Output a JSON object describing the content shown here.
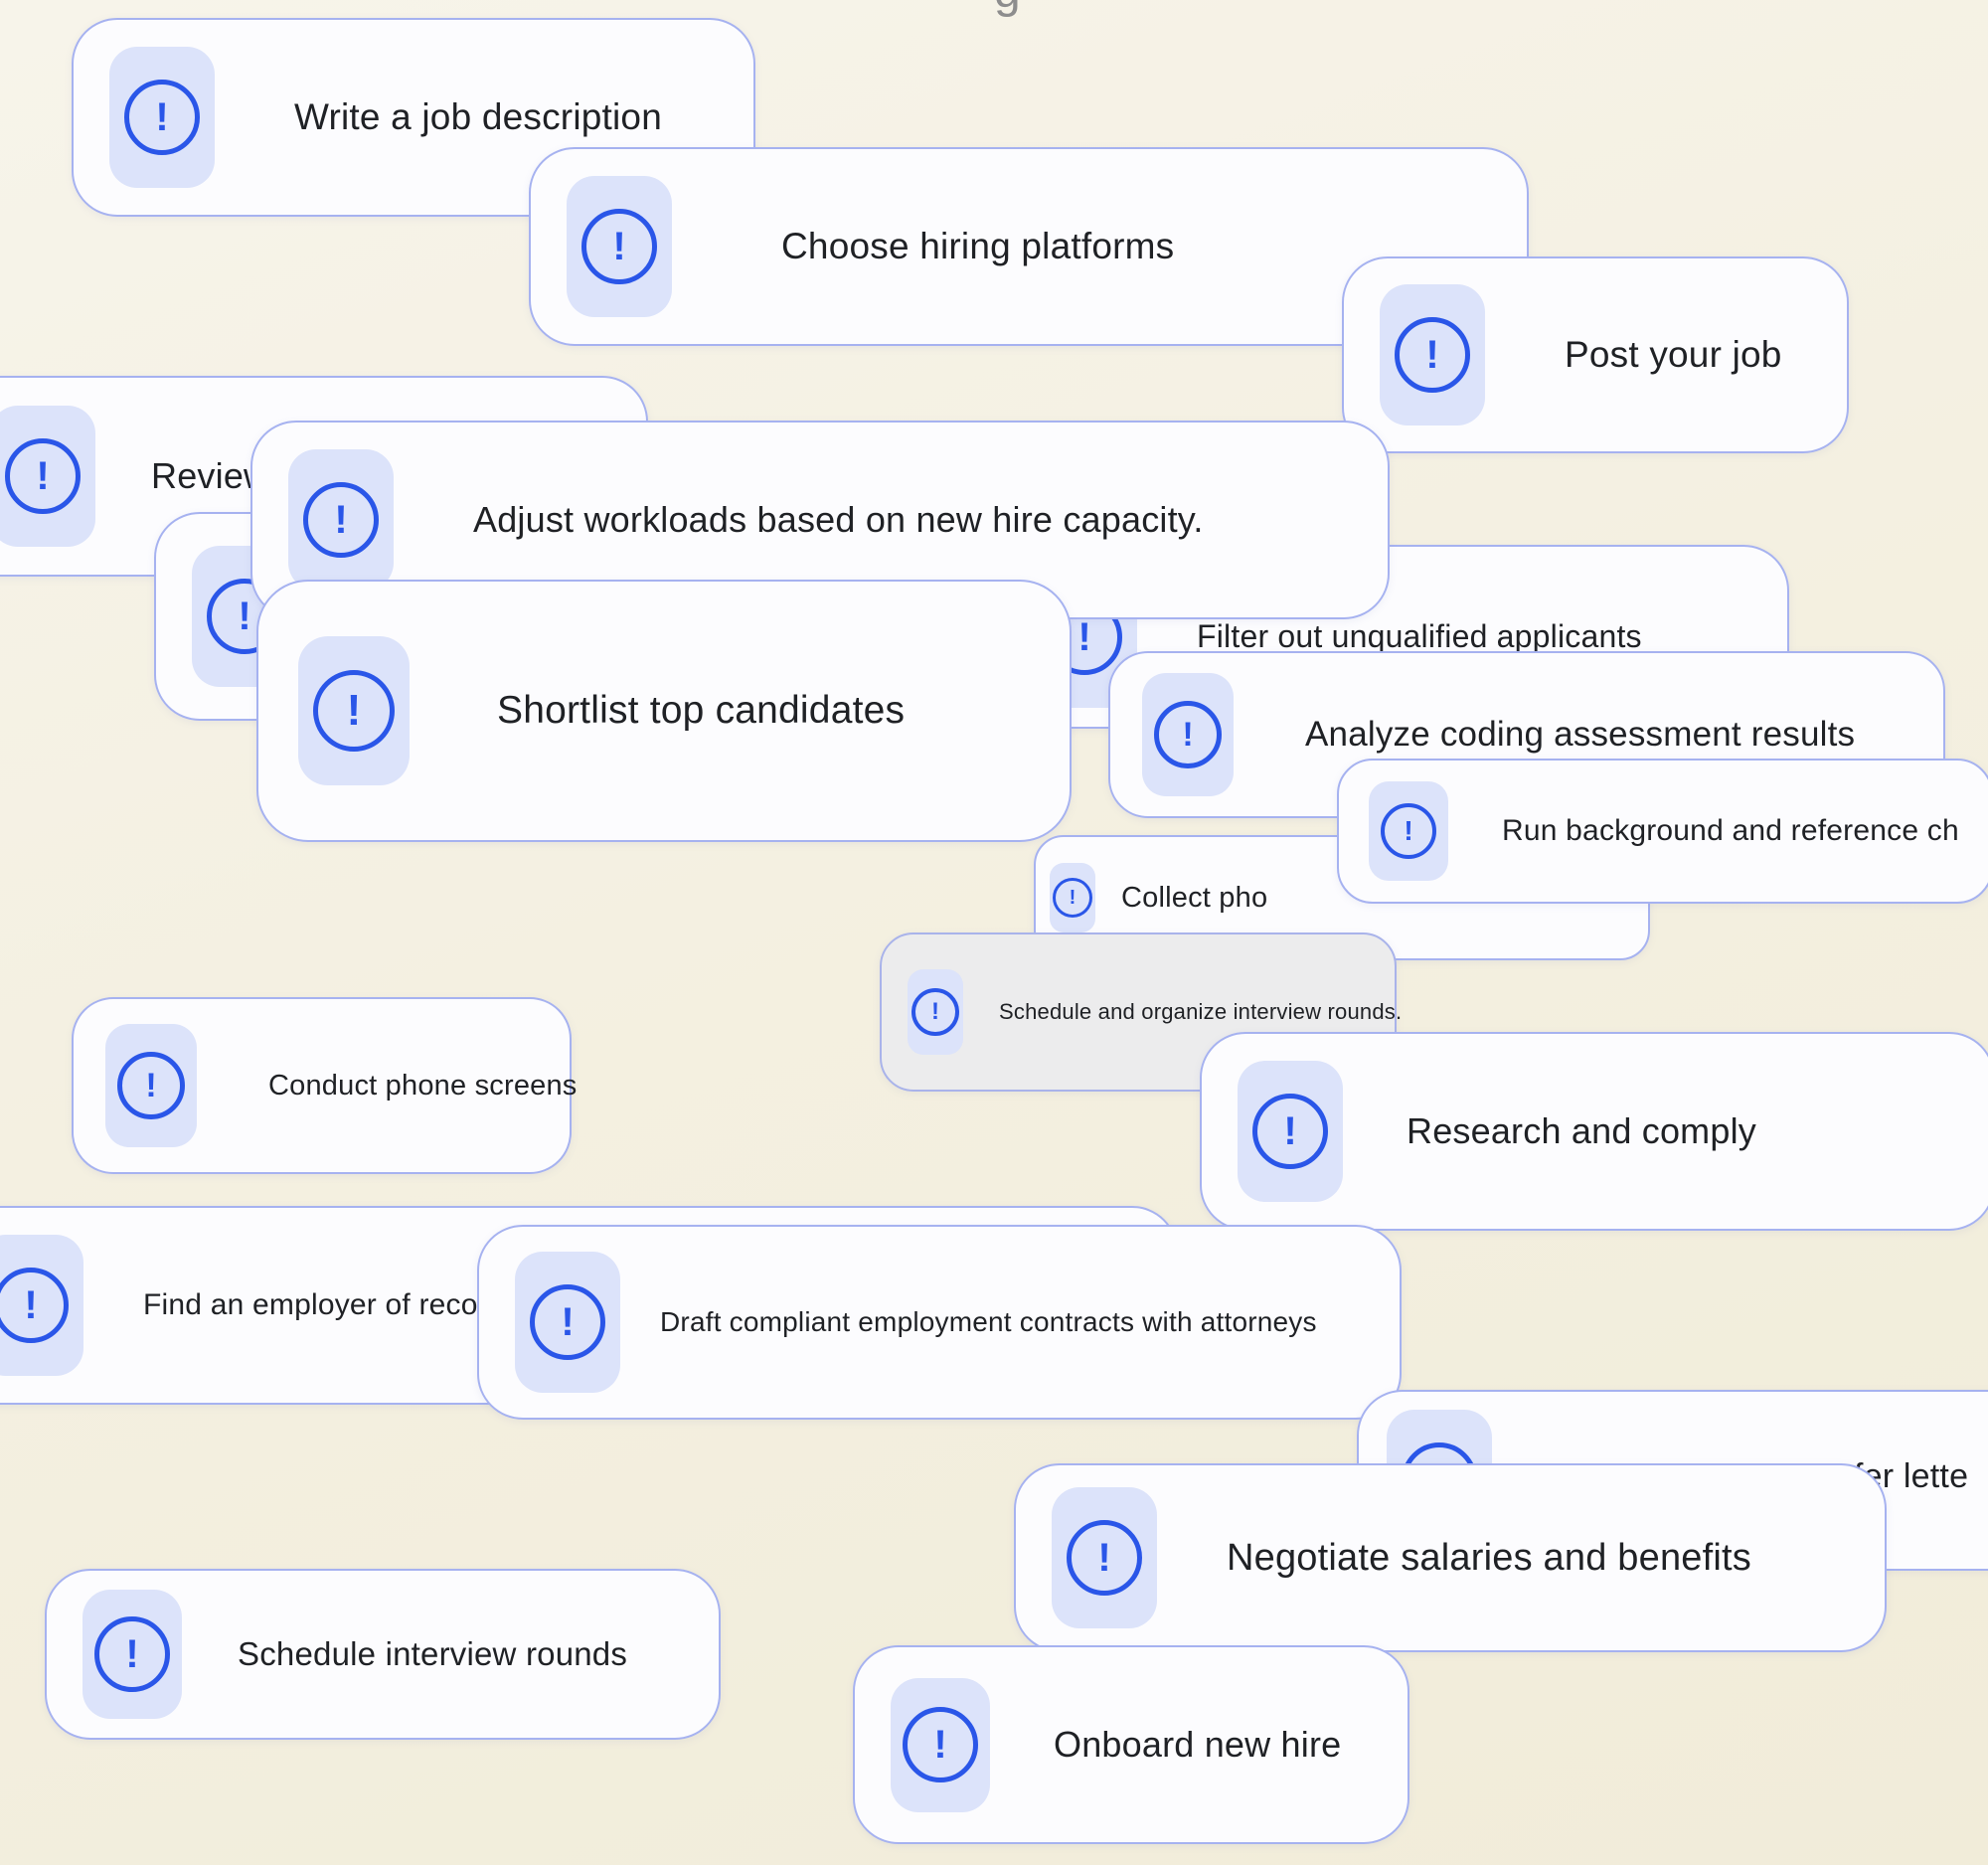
{
  "meta": {
    "description": "Overlapping hiring task chips on a cream background",
    "icon": "exclamation-circle-icon"
  },
  "colors": {
    "background": "#f4f0e1",
    "card_background": "#fcfcfe",
    "card_border": "#a6b2f0",
    "icon_chip_background": "#dce3fa",
    "icon_blue": "#2a56e8",
    "label_text": "#1f2125",
    "muted_card_background": "#ececed"
  },
  "background_fragments": {
    "top_letter": "g"
  },
  "cards": [
    {
      "id": "review",
      "label": "Review"
    },
    {
      "id": "write-job-description",
      "label": "Write a job description"
    },
    {
      "id": "choose-hiring-platforms",
      "label": "Choose hiring platforms"
    },
    {
      "id": "post-your-job",
      "label": "Post your job"
    },
    {
      "id": "obscured-card",
      "label": ""
    },
    {
      "id": "filter-unqualified",
      "label": "Filter out unqualified applicants"
    },
    {
      "id": "adjust-workloads",
      "label": "Adjust workloads based on new hire capacity."
    },
    {
      "id": "shortlist-candidates",
      "label": "Shortlist top candidates"
    },
    {
      "id": "analyze-coding-results",
      "label": "Analyze coding assessment results"
    },
    {
      "id": "collect-pho",
      "label": "Collect pho"
    },
    {
      "id": "run-background-checks",
      "label": "Run background and reference ch"
    },
    {
      "id": "schedule-organize-interviews",
      "label": "Schedule and organize interview rounds."
    },
    {
      "id": "conduct-phone-screens",
      "label": "Conduct phone screens"
    },
    {
      "id": "research-and-comply",
      "label": "Research and comply"
    },
    {
      "id": "find-employer-of-record",
      "label": "Find an employer of record"
    },
    {
      "id": "draft-contracts",
      "label": "Draft compliant employment contracts with attorneys"
    },
    {
      "id": "offer-letter",
      "label": "fer lette"
    },
    {
      "id": "negotiate-salaries",
      "label": "Negotiate salaries and benefits"
    },
    {
      "id": "schedule-interview-rounds",
      "label": "Schedule interview rounds"
    },
    {
      "id": "onboard-new-hire",
      "label": "Onboard new hire"
    }
  ]
}
